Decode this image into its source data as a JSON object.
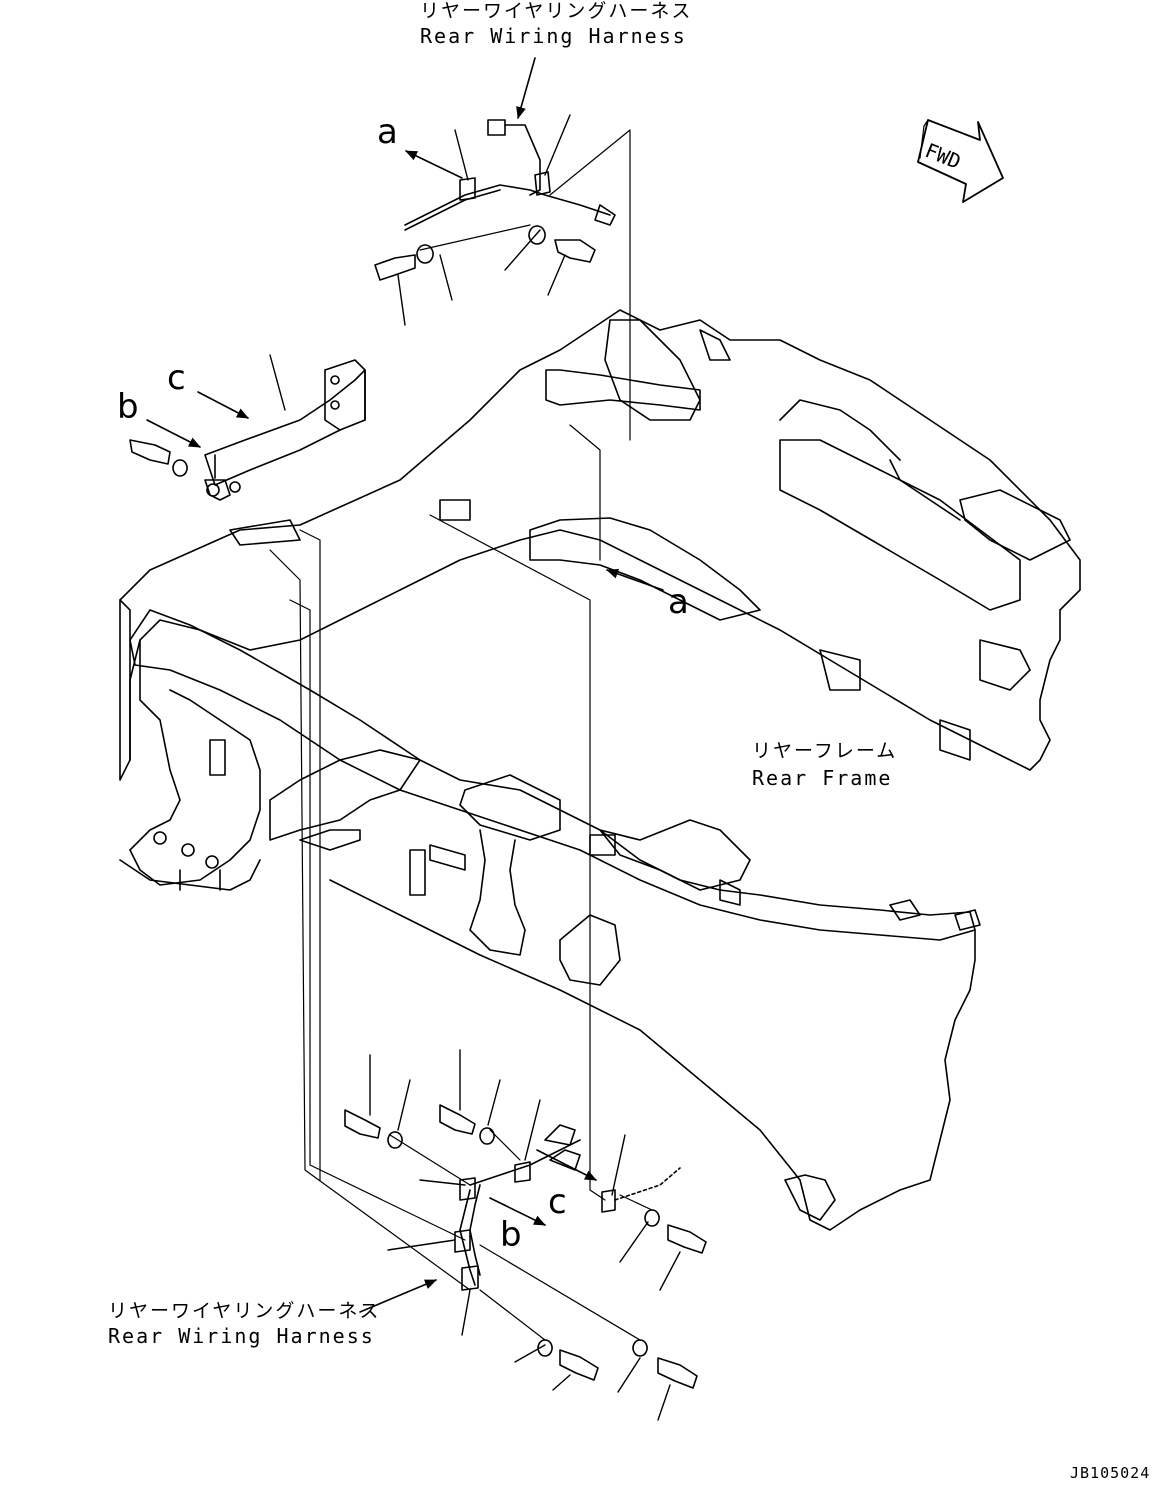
{
  "harness_top": {
    "jp": "リヤーワイヤリングハーネス",
    "en": "Rear Wiring Harness"
  },
  "harness_bottom": {
    "jp": "リヤーワイヤリングハーネス",
    "en": "Rear Wiring Harness"
  },
  "frame": {
    "jp": "リヤーフレーム",
    "en": "Rear Frame"
  },
  "direction": {
    "label": "FWD"
  },
  "view_refs": {
    "a": "a",
    "b": "b",
    "c": "c"
  },
  "doc_id": "JB105024"
}
